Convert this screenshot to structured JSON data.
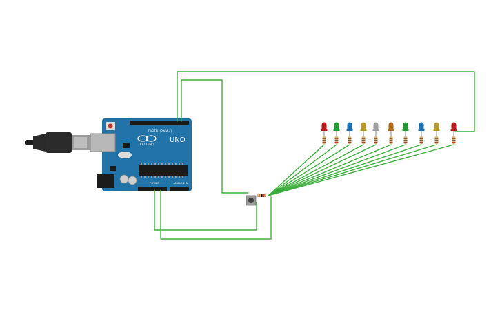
{
  "board": {
    "brand": "ARDUINO",
    "model": "UNO",
    "digital_label": "DIGITAL (PWM ~)",
    "power_label": "POWER",
    "analog_label": "ANALOG IN",
    "color": "#1f6fa0"
  },
  "usb_cable": {
    "color": "#222222"
  },
  "wire_color": "#3fae3f",
  "leds": [
    {
      "color": "#b81d1d"
    },
    {
      "color": "#1e9a2e"
    },
    {
      "color": "#1c6fb0"
    },
    {
      "color": "#b59a2a"
    },
    {
      "color": "#9e9e9e"
    },
    {
      "color": "#b06a1c"
    },
    {
      "color": "#1e9a2e"
    },
    {
      "color": "#1c6fb0"
    },
    {
      "color": "#b59a2a"
    },
    {
      "color": "#b81d1d"
    }
  ],
  "resistor_color": "#d8b77a",
  "button": {
    "color": "#444444"
  }
}
